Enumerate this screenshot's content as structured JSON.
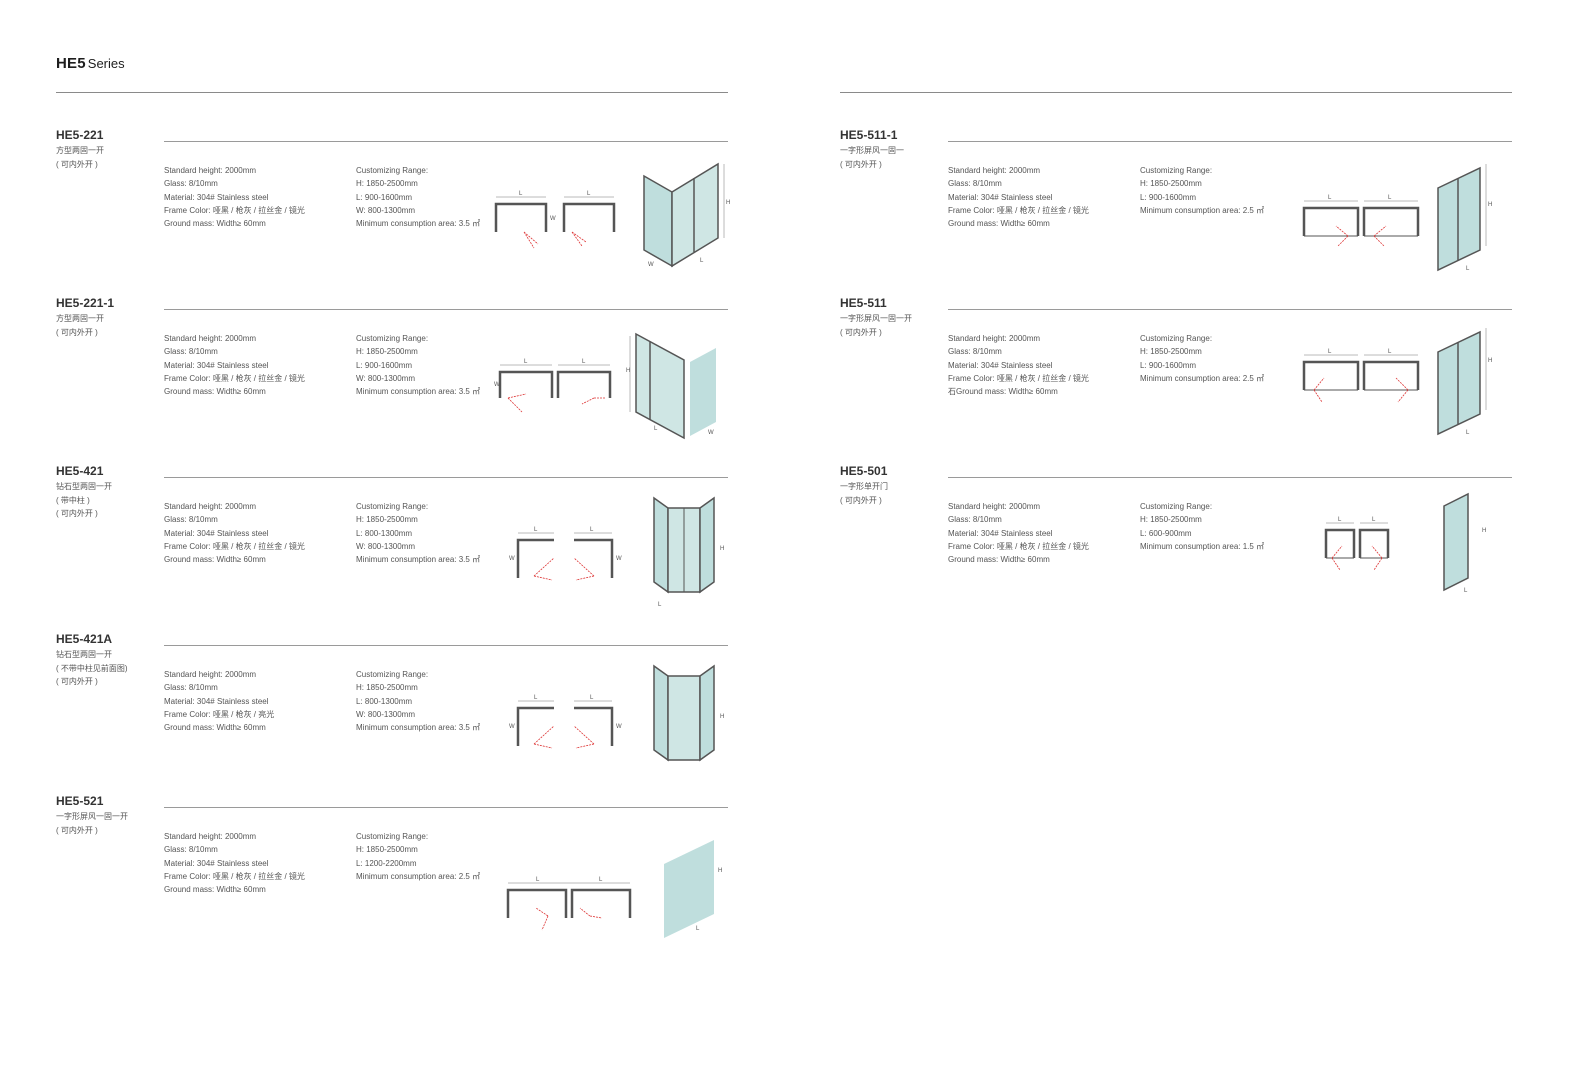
{
  "header": {
    "series_code": "HE5",
    "series_word": "Series"
  },
  "spec_labels": {
    "standard_height": "Standard height:",
    "glass": "Glass:",
    "material": "Material:",
    "frame_color": "Frame Color:",
    "ground_mass": "Ground mass:",
    "customizing_range": "Customizing Range:",
    "h": "H:",
    "l": "L:",
    "w": "W:",
    "min_area": "Minimum consumption area:"
  },
  "dim_labels": {
    "l": "L",
    "w": "W",
    "h": "H"
  },
  "models": [
    {
      "code": "HE5-221",
      "desc": [
        "方型两固一开",
        "( 可内外开 )"
      ],
      "standard_height": "2000mm",
      "glass": "8/10mm",
      "material": "304# Stainless steel",
      "frame_color": "哑黑 / 枪灰 / 拉丝金 / 镜光",
      "ground_mass_label": "Ground mass:",
      "ground_mass": "Width≥ 60mm",
      "h": "1850-2500mm",
      "l": "900-1600mm",
      "w": "800-1300mm",
      "min_area": "3.5 ㎡"
    },
    {
      "code": "HE5-221-1",
      "desc": [
        "方型两固一开",
        "( 可内外开 )"
      ],
      "standard_height": "2000mm",
      "glass": "8/10mm",
      "material": "304# Stainless steel",
      "frame_color": "哑黑 / 枪灰 / 拉丝金 / 镜光",
      "ground_mass_label": "Ground mass:",
      "ground_mass": "Width≥ 60mm",
      "h": "1850-2500mm",
      "l": "900-1600mm",
      "w": "800-1300mm",
      "min_area": "3.5 ㎡"
    },
    {
      "code": "HE5-421",
      "desc": [
        "钻石型两固一开",
        "( 带中柱 )",
        "( 可内外开 )"
      ],
      "standard_height": "2000mm",
      "glass": "8/10mm",
      "material": "304# Stainless steel",
      "frame_color": "哑黑 / 枪灰 / 拉丝金 / 镜光",
      "ground_mass_label": "Ground mass:",
      "ground_mass": "Width≥ 60mm",
      "h": "1850-2500mm",
      "l": "800-1300mm",
      "w": "800-1300mm",
      "min_area": "3.5 ㎡"
    },
    {
      "code": "HE5-421A",
      "desc": [
        "钻石型两固一开",
        "( 不带中柱见前面图)",
        "( 可内外开 )"
      ],
      "standard_height": "2000mm",
      "glass": "8/10mm",
      "material": "304# Stainless steel",
      "frame_color": "哑黑 / 枪灰 / 亮光",
      "ground_mass_label": "Ground mass:",
      "ground_mass": "Width≥ 60mm",
      "h": "1850-2500mm",
      "l": "800-1300mm",
      "w": "800-1300mm",
      "min_area": "3.5 ㎡"
    },
    {
      "code": "HE5-521",
      "desc": [
        "一字形屏风一固一开",
        "( 可内外开 )"
      ],
      "standard_height": "2000mm",
      "glass": "8/10mm",
      "material": "304# Stainless steel",
      "frame_color": "哑黑 / 枪灰 / 拉丝金 / 镜光",
      "ground_mass_label": "Ground mass:",
      "ground_mass": "Width≥ 60mm",
      "h": "1850-2500mm",
      "l": "1200-2200mm",
      "min_area": "2.5 ㎡"
    },
    {
      "code": "HE5-511-1",
      "desc": [
        "一字形屏风一固一",
        "( 可内外开 )"
      ],
      "standard_height": "2000mm",
      "glass": "8/10mm",
      "material": "304# Stainless steel",
      "frame_color": "哑黑 / 枪灰 / 拉丝金 / 镜光",
      "ground_mass_label": "Ground mass:",
      "ground_mass": "Width≥ 60mm",
      "h": "1850-2500mm",
      "l": "900-1600mm",
      "min_area": "2.5 ㎡"
    },
    {
      "code": "HE5-511",
      "desc": [
        "一字形屏风一固一开",
        "( 可内外开 )"
      ],
      "standard_height": "2000mm",
      "glass": "8/10mm",
      "material": "304# Stainless steel",
      "frame_color": "哑黑 / 枪灰 / 拉丝金 / 镜光",
      "ground_mass_label": "石Ground mass:",
      "ground_mass": "Width≥ 60mm",
      "h": "1850-2500mm",
      "l": "900-1600mm",
      "min_area": "2.5 ㎡"
    },
    {
      "code": "HE5-501",
      "desc": [
        "一字形单开门",
        "( 可内外开 )"
      ],
      "standard_height": "2000mm",
      "glass": "8/10mm",
      "material": "304# Stainless steel",
      "frame_color": "哑黑 / 枪灰 / 拉丝金 / 镜光",
      "ground_mass_label": "Ground mass:",
      "ground_mass": "Width≥ 60mm",
      "h": "1850-2500mm",
      "l": "600-900mm",
      "min_area": "1.5 ㎡"
    }
  ]
}
